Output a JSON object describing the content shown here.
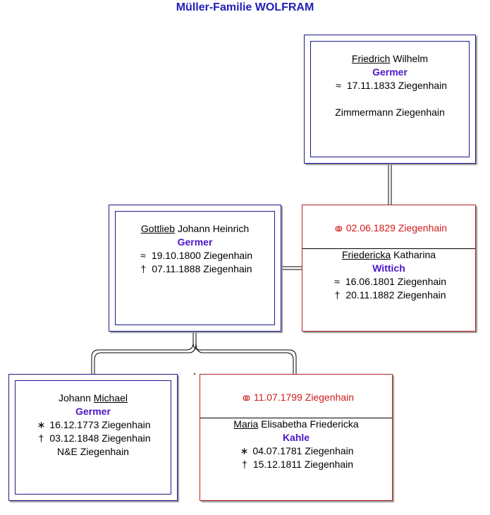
{
  "title": "Müller-Familie WOLFRAM",
  "symbols": {
    "baptism": "≈",
    "birth": "∗",
    "death": "†",
    "marriage": "oo"
  },
  "persons": {
    "friedrich": {
      "given_main": "Friedrich",
      "given_rest": " Wilhelm",
      "surname": "Germer",
      "baptism": "17.11.1833 Ziegenhain",
      "occupation": "Zimmermann Ziegenhain"
    },
    "gottlieb": {
      "given_main": "Gottlieb",
      "given_rest": " Johann Heinrich",
      "surname": "Germer",
      "baptism": "19.10.1800 Ziegenhain",
      "death": "07.11.1888 Ziegenhain"
    },
    "friedericka": {
      "marriage": "02.06.1829 Ziegenhain",
      "given_main": "Friedericka",
      "given_rest": " Katharina",
      "surname": "Wittich",
      "baptism": "16.06.1801 Ziegenhain",
      "death": "20.11.1882 Ziegenhain"
    },
    "johann": {
      "given_pre": "Johann ",
      "given_main": "Michael",
      "surname": "Germer",
      "birth": "16.12.1773 Ziegenhain",
      "death": "03.12.1848 Ziegenhain",
      "note": "N&E Ziegenhain"
    },
    "maria": {
      "marriage": "11.07.1799 Ziegenhain",
      "given_main": "Maria",
      "given_rest": " Elisabetha Friedericka",
      "surname": "Kahle",
      "birth": "04.07.1781 Ziegenhain",
      "death": "15.12.1811 Ziegenhain"
    }
  }
}
